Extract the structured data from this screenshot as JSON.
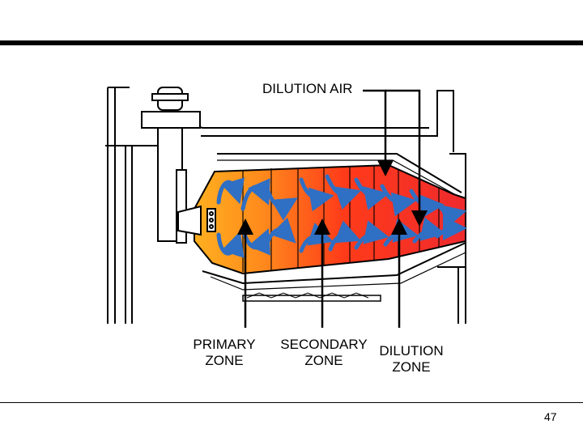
{
  "labels": {
    "dilution_air": "DILUTION AIR",
    "primary_zone_line1": "PRIMARY",
    "primary_zone_line2": "ZONE",
    "secondary_zone_line1": "SECONDARY",
    "secondary_zone_line2": "ZONE",
    "dilution_zone_line1": "DILUTION",
    "dilution_zone_line2": "ZONE"
  },
  "page_number": "47",
  "colors": {
    "flame_start": "#ff9a1f",
    "flame_mid": "#ff4a1a",
    "flame_end": "#f0202a",
    "flow_arrow": "#2f6fc4",
    "outline": "#000000"
  },
  "icons": [
    "combustion-chamber-diagram",
    "fuel-nozzle",
    "flow-arrow"
  ]
}
